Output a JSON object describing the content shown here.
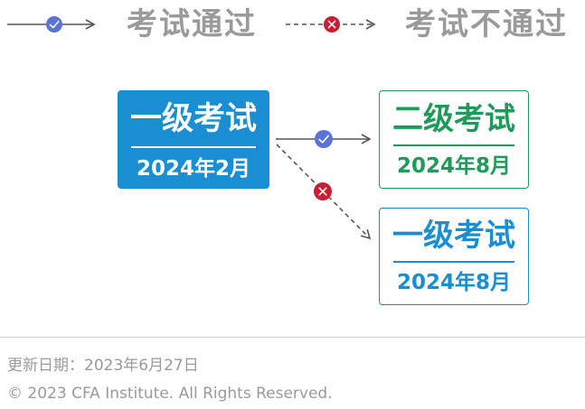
{
  "legend": {
    "pass_label": "考试通过",
    "fail_label": "考试不通过"
  },
  "boxes": {
    "start": {
      "title": "一级考试",
      "date": "2024年2月"
    },
    "pass": {
      "title": "二级考试",
      "date": "2024年8月"
    },
    "fail": {
      "title": "一级考试",
      "date": "2024年8月"
    }
  },
  "footer": {
    "updated": "更新日期：2023年6月27日",
    "copyright": "© 2023 CFA Institute. All Rights Reserved."
  },
  "colors": {
    "check_blue": "#5b73d6",
    "cross_red": "#c81e33",
    "start_fill": "#1a8ed2",
    "pass_green": "#1f9a5a",
    "fail_blue": "#1a8ed2",
    "legend_gray": "#9a9a9a"
  },
  "icons": {
    "pass": "check-circle-icon",
    "fail": "cross-circle-icon"
  }
}
